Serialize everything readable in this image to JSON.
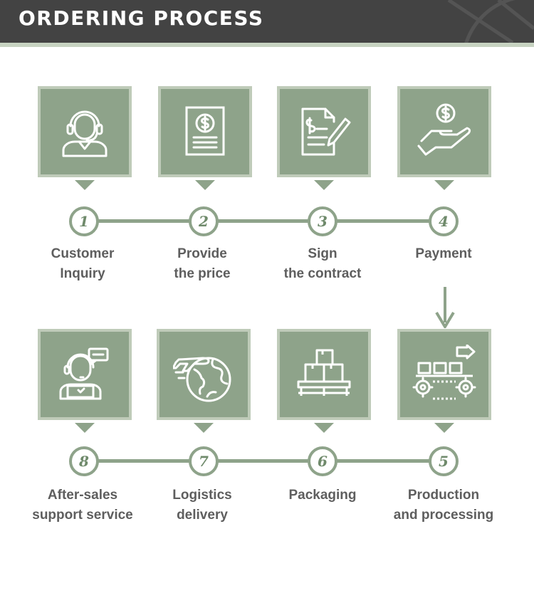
{
  "header": {
    "title": "ORDERING PROCESS"
  },
  "colors": {
    "accent": "#8ea38a",
    "tile_border": "#bfcbb9",
    "header_bg": "#434343",
    "text": "#5e5e5e"
  },
  "steps": [
    {
      "number": "1",
      "line1": "Customer",
      "line2": "Inquiry",
      "icon": "customer-service-headset-icon"
    },
    {
      "number": "2",
      "line1": "Provide",
      "line2": "the price",
      "icon": "price-document-icon"
    },
    {
      "number": "3",
      "line1": "Sign",
      "line2": "the contract",
      "icon": "contract-pen-icon"
    },
    {
      "number": "4",
      "line1": "Payment",
      "line2": "",
      "icon": "hand-coin-icon"
    },
    {
      "number": "5",
      "line1": "Production",
      "line2": "and processing",
      "icon": "conveyor-gear-icon"
    },
    {
      "number": "6",
      "line1": "Packaging",
      "line2": "",
      "icon": "boxes-pallet-icon"
    },
    {
      "number": "7",
      "line1": "Logistics",
      "line2": "delivery",
      "icon": "plane-globe-icon"
    },
    {
      "number": "8",
      "line1": "After-sales",
      "line2": "support service",
      "icon": "support-agent-icon"
    }
  ]
}
